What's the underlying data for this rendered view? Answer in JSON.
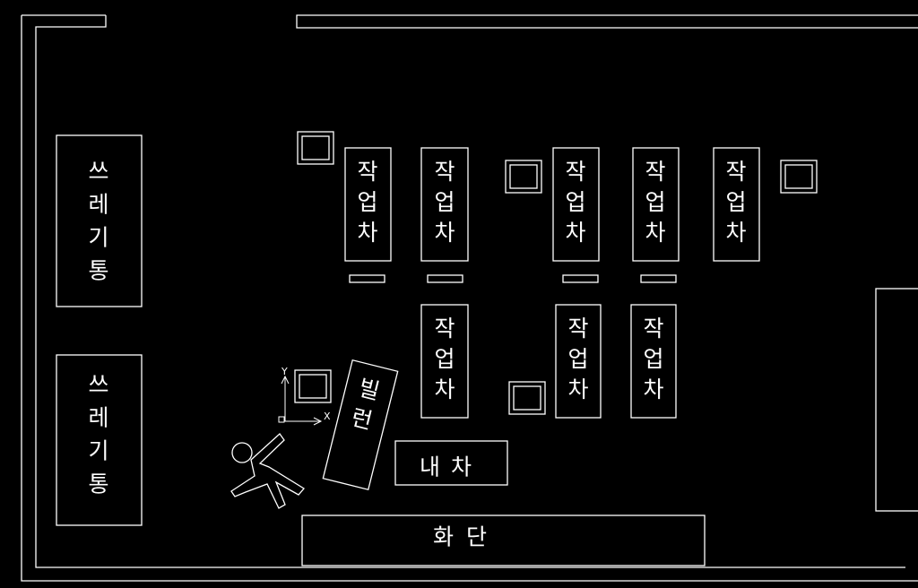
{
  "labels": {
    "trash_bin": "쓰레기통",
    "work_car": "작업차",
    "villain": "빌런",
    "my_car": "내차",
    "flower_bed": "화단"
  },
  "ucs": {
    "x": "X",
    "y": "Y"
  }
}
